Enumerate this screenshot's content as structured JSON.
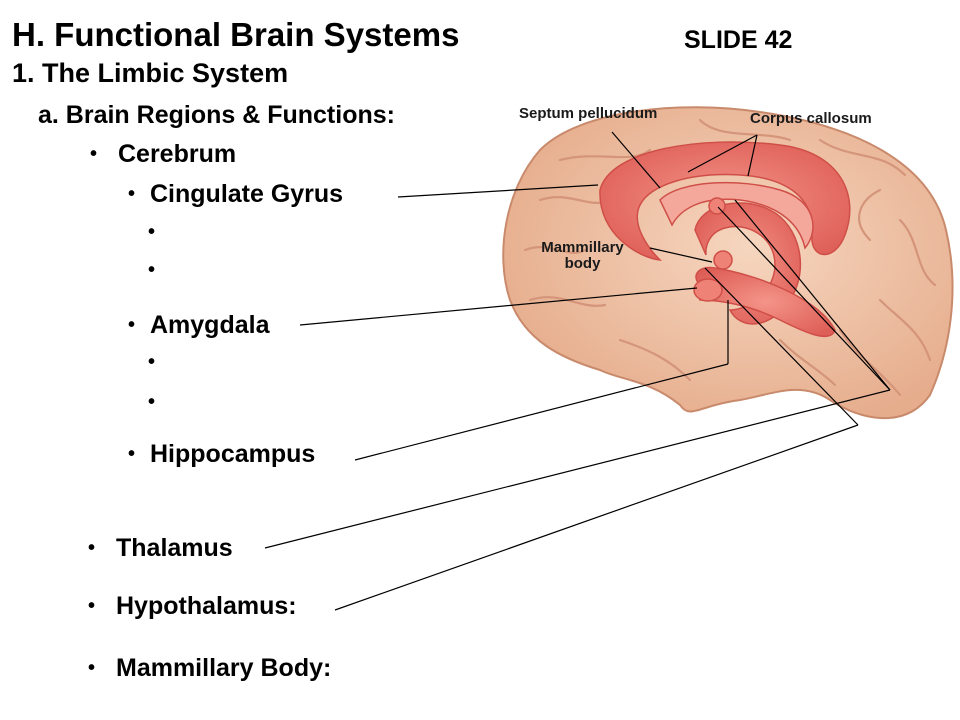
{
  "slide": {
    "title": "H.  Functional Brain Systems",
    "slide_number": "SLIDE 42",
    "subtitle": "1. The Limbic System",
    "section": "a.  Brain Regions & Functions:"
  },
  "outline": {
    "cerebrum": "Cerebrum",
    "cingulate_gyrus": "Cingulate Gyrus",
    "amygdala": "Amygdala",
    "hippocampus": "Hippocampus",
    "thalamus": "Thalamus",
    "hypothalamus": "Hypothalamus:",
    "mammillary_body": "Mammillary Body:",
    "bullet_glyph": "•"
  },
  "diagram_labels": {
    "septum_pellucidum": "Septum pellucidum",
    "corpus_callosum": "Corpus callosum",
    "mammillary_line1": "Mammillary",
    "mammillary_line2": "body"
  },
  "colors": {
    "brain_tissue": "#f1c4a6",
    "brain_fold": "#d9987a",
    "limbic": "#ec7a70",
    "limbic_dark": "#cf4f48",
    "leader_line": "#000000"
  }
}
